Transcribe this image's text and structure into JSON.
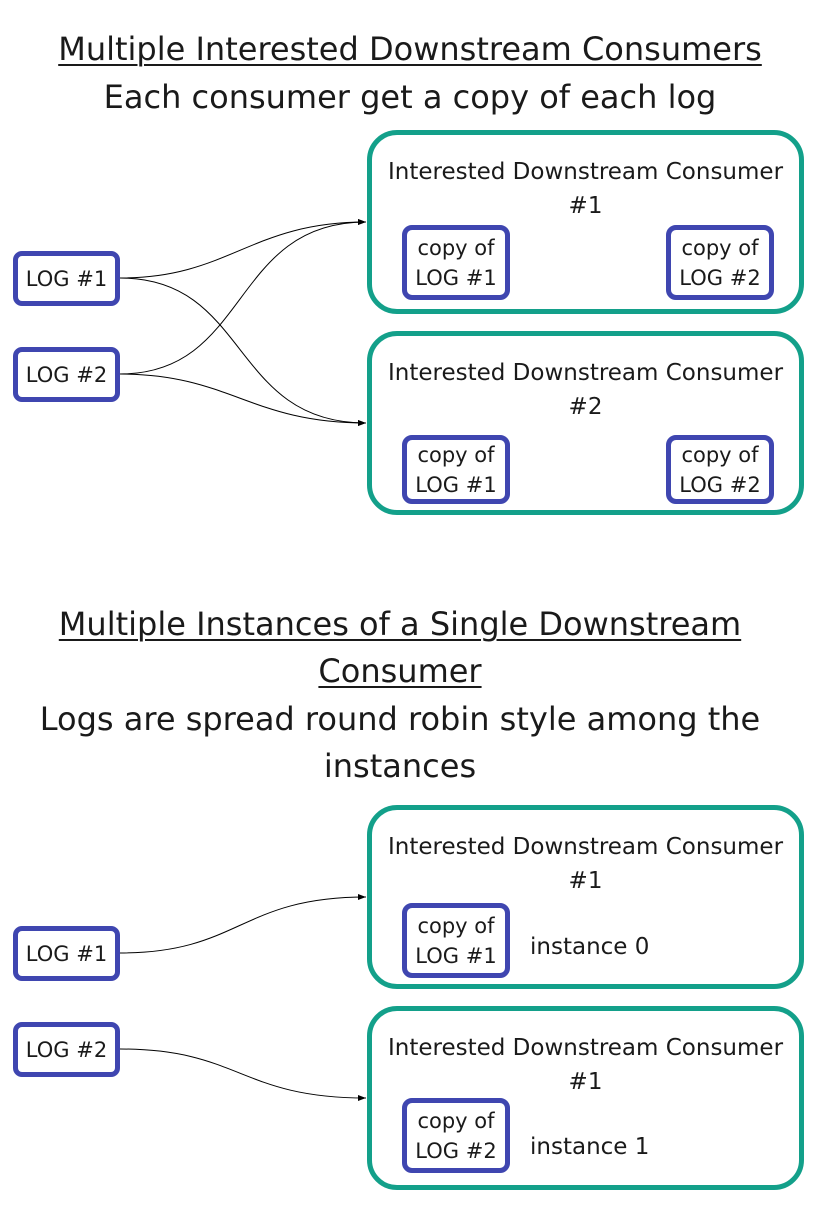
{
  "section1": {
    "title": "Multiple Interested Downstream Consumers",
    "subtitle": "Each consumer get a copy of each log",
    "logs": [
      "LOG #1",
      "LOG #2"
    ],
    "consumers": [
      {
        "title_line1": "Interested Downstream Consumer",
        "title_line2": "#1",
        "copies": [
          {
            "line1": "copy of",
            "line2": "LOG #1"
          },
          {
            "line1": "copy of",
            "line2": "LOG #2"
          }
        ]
      },
      {
        "title_line1": "Interested Downstream Consumer",
        "title_line2": "#2",
        "copies": [
          {
            "line1": "copy of",
            "line2": "LOG #1"
          },
          {
            "line1": "copy of",
            "line2": "LOG #2"
          }
        ]
      }
    ]
  },
  "section2": {
    "title_line1": "Multiple Instances of a Single Downstream",
    "title_line2": "Consumer",
    "subtitle_line1": "Logs are spread round robin style among the",
    "subtitle_line2": "instances",
    "logs": [
      "LOG #1",
      "LOG #2"
    ],
    "consumers": [
      {
        "title_line1": "Interested Downstream Consumer",
        "title_line2": "#1",
        "copy": {
          "line1": "copy of",
          "line2": "LOG #1"
        },
        "instance": "instance 0"
      },
      {
        "title_line1": "Interested Downstream Consumer",
        "title_line2": "#1",
        "copy": {
          "line1": "copy of",
          "line2": "LOG #2"
        },
        "instance": "instance 1"
      }
    ]
  },
  "colors": {
    "log_border": "#3f46b0",
    "consumer_border": "#13a08a",
    "connector": "#000000"
  }
}
